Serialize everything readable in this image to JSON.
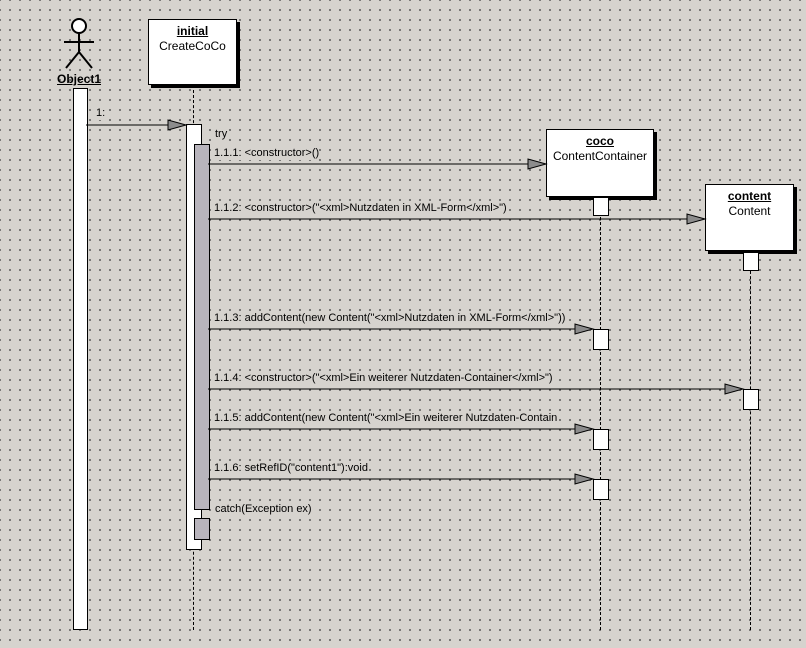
{
  "actor": {
    "label": "Object1"
  },
  "objects": [
    {
      "name": "initial",
      "class": "CreateCoCo"
    },
    {
      "name": "coco",
      "class": "ContentContainer"
    },
    {
      "name": "content",
      "class": "Content"
    }
  ],
  "fragments": {
    "try": "try",
    "catch": "catch(Exception ex)"
  },
  "messages": [
    {
      "id": "m1",
      "label": "1:"
    },
    {
      "id": "m111",
      "label": "1.1.1: <constructor>()"
    },
    {
      "id": "m112",
      "label": "1.1.2: <constructor>(\"<xml>Nutzdaten in XML-Form</xml>\")"
    },
    {
      "id": "m113",
      "label": "1.1.3: addContent(new Content(\"<xml>Nutzdaten in XML-Form</xml>\"))"
    },
    {
      "id": "m114",
      "label": "1.1.4: <constructor>(\"<xml>Ein weiterer Nutzdaten-Container</xml>\")"
    },
    {
      "id": "m115",
      "label": "1.1.5: addContent(new Content(\"<xml>Ein weiterer Nutzdaten-Contain"
    },
    {
      "id": "m116",
      "label": "1.1.6: setRefID(\"content1\"):void"
    }
  ]
}
